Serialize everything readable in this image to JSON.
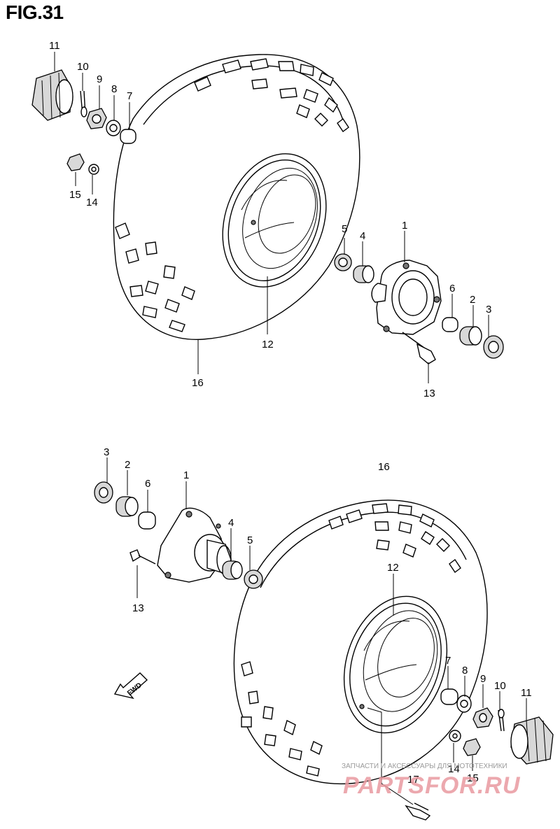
{
  "figure": {
    "title": "FIG.31"
  },
  "upper_assembly": {
    "callouts": {
      "c11": "11",
      "c10": "10",
      "c9": "9",
      "c8": "8",
      "c7": "7",
      "c15": "15",
      "c14": "14",
      "c5": "5",
      "c4": "4",
      "c1": "1",
      "c6": "6",
      "c2": "2",
      "c3": "3",
      "c12": "12",
      "c13": "13",
      "c16": "16"
    }
  },
  "lower_assembly": {
    "callouts": {
      "c3": "3",
      "c2": "2",
      "c6": "6",
      "c1": "1",
      "c4": "4",
      "c5": "5",
      "c13": "13",
      "c16": "16",
      "c12": "12",
      "c7": "7",
      "c8": "8",
      "c9": "9",
      "c10": "10",
      "c11": "11",
      "c14": "14",
      "c15": "15",
      "c17": "17"
    }
  },
  "direction_arrow": {
    "label": "FWD"
  },
  "watermark": {
    "subtitle": "ЗАПЧАСТИ И АКСЕССУАРЫ ДЛЯ МОТОТЕХНИКИ",
    "brand": "PARTSFOR.RU"
  }
}
